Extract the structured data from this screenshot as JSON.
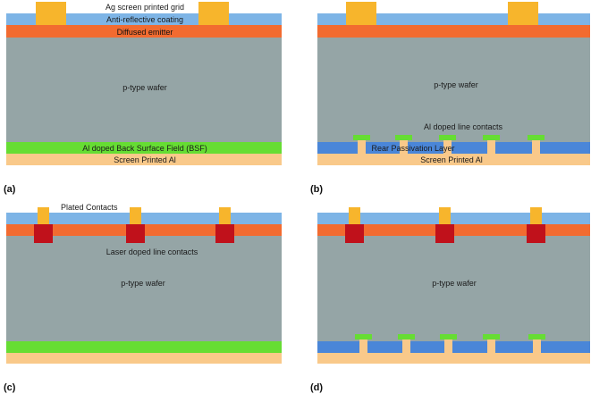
{
  "colors": {
    "wafer": "#95a5a6",
    "arc": "#7db4e6",
    "emitter": "#f26b30",
    "contact": "#f7b52c",
    "bsf": "#66dd33",
    "rear_al": "#f9c98a",
    "passivation": "#4a86d8",
    "laser": "#c0111b"
  },
  "panels": [
    {
      "tag": "(a)",
      "labels": {
        "grid": "Ag screen printed grid",
        "arc": "Anti-reflective coating",
        "emitter": "Diffused emitter",
        "wafer": "p-type wafer",
        "bsf": "Al doped Back Surface Field (BSF)",
        "rear": "Screen Printed Al"
      }
    },
    {
      "tag": "(b)",
      "labels": {
        "wafer": "p-type wafer",
        "line_contacts": "Al doped line contacts",
        "passivation": "Rear Passivation Layer",
        "rear": "Screen Printed Al"
      }
    },
    {
      "tag": "(c)",
      "labels": {
        "plated": "Plated Contacts",
        "laser": "Laser doped line contacts",
        "wafer": "p-type wafer"
      }
    },
    {
      "tag": "(d)",
      "labels": {
        "wafer": "p-type wafer"
      }
    }
  ]
}
